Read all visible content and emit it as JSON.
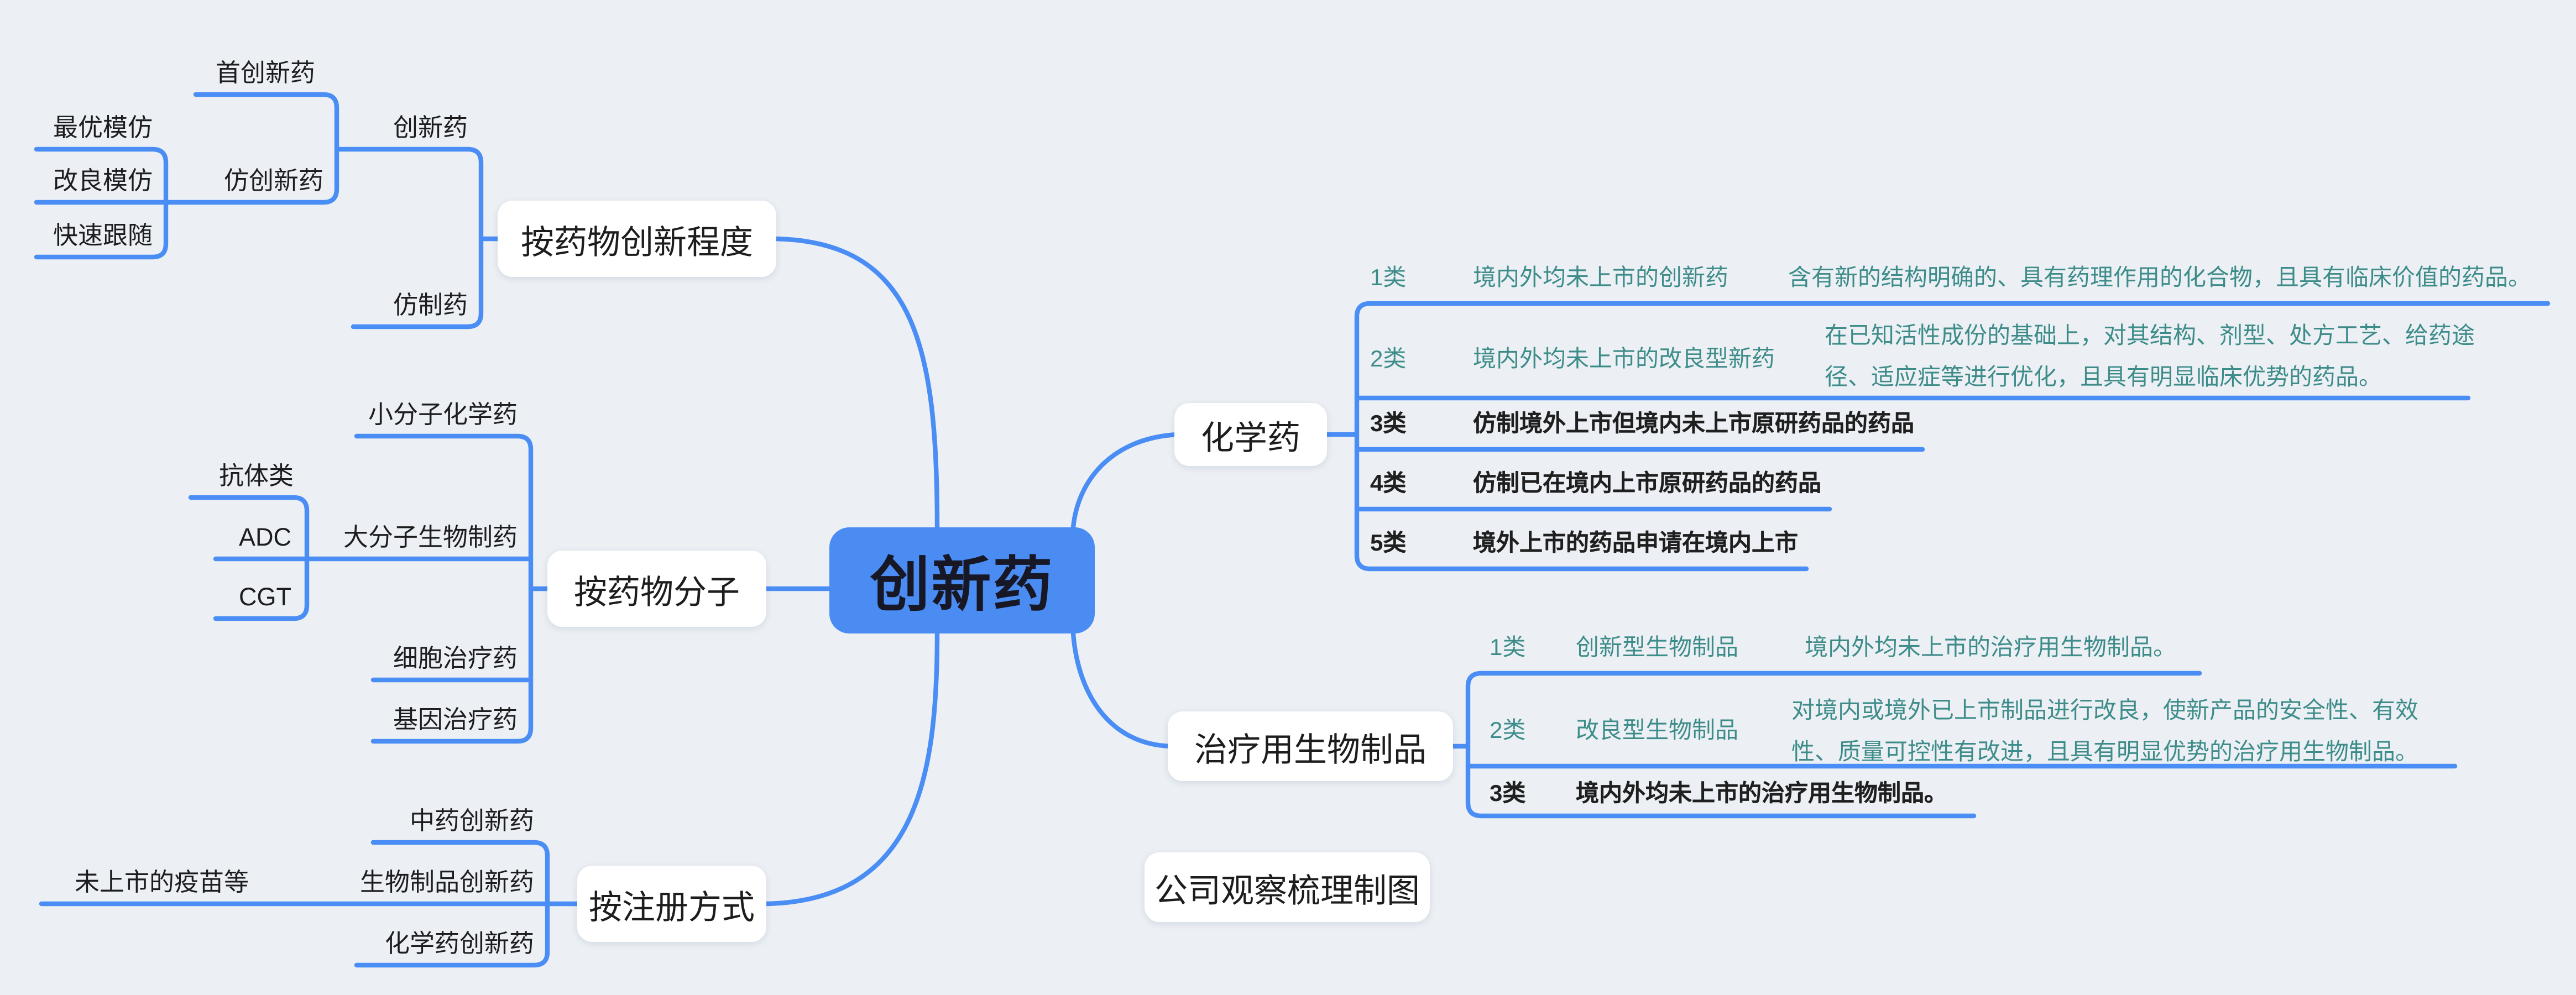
{
  "center": "创新药",
  "watermark": "公司观察梳理制图",
  "colors": {
    "line": "#4a8df5",
    "center_fill": "#4a8cf2",
    "teal_text": "#3e8c8a",
    "black_text": "#1f1f1f",
    "background": "#ecf0f4",
    "box_bg": "#ffffff"
  },
  "branches": {
    "degree": {
      "label": "按药物创新程度"
    },
    "molecule": {
      "label": "按药物分子"
    },
    "registration": {
      "label": "按注册方式"
    },
    "chemical": {
      "label": "化学药"
    },
    "biologic": {
      "label": "治疗用生物制品"
    }
  },
  "degree_nodes": {
    "first": "首创新药",
    "innovative": "创新药",
    "imitative": "仿创新药",
    "best": "最优模仿",
    "improved": "改良模仿",
    "fast": "快速跟随",
    "generic": "仿制药"
  },
  "molecule_nodes": {
    "small": "小分子化学药",
    "large": "大分子生物制药",
    "antibody": "抗体类",
    "adc": "ADC",
    "cgt": "CGT",
    "cell": "细胞治疗药",
    "gene": "基因治疗药"
  },
  "registration_nodes": {
    "tcm": "中药创新药",
    "bio": "生物制品创新药",
    "chem": "化学药创新药",
    "vaccine": "未上市的疫苗等"
  },
  "chemical_rows": [
    {
      "class": "1类",
      "name": "境内外均未上市的创新药",
      "note": "含有新的结构明确的、具有药理作用的化合物，且具有临床价值的药品。",
      "color": "teal"
    },
    {
      "class": "2类",
      "name": "境内外均未上市的改良型新药",
      "note": "在已知活性成份的基础上，对其结构、剂型、处方工艺、给药途径、适应症等进行优化，且具有明显临床优势的药品。",
      "color": "teal"
    },
    {
      "class": "3类",
      "name": "仿制境外上市但境内未上市原研药品的药品",
      "note": "",
      "color": "black"
    },
    {
      "class": "4类",
      "name": "仿制已在境内上市原研药品的药品",
      "note": "",
      "color": "black"
    },
    {
      "class": "5类",
      "name": "境外上市的药品申请在境内上市",
      "note": "",
      "color": "black"
    }
  ],
  "biologic_rows": [
    {
      "class": "1类",
      "name": "创新型生物制品",
      "note": "境内外均未上市的治疗用生物制品。",
      "color": "teal"
    },
    {
      "class": "2类",
      "name": "改良型生物制品",
      "note": "对境内或境外已上市制品进行改良，使新产品的安全性、有效性、质量可控性有改进，且具有明显优势的治疗用生物制品。",
      "color": "teal"
    },
    {
      "class": "3类",
      "name": "境内外均未上市的治疗用生物制品。",
      "note": "",
      "color": "black"
    }
  ]
}
